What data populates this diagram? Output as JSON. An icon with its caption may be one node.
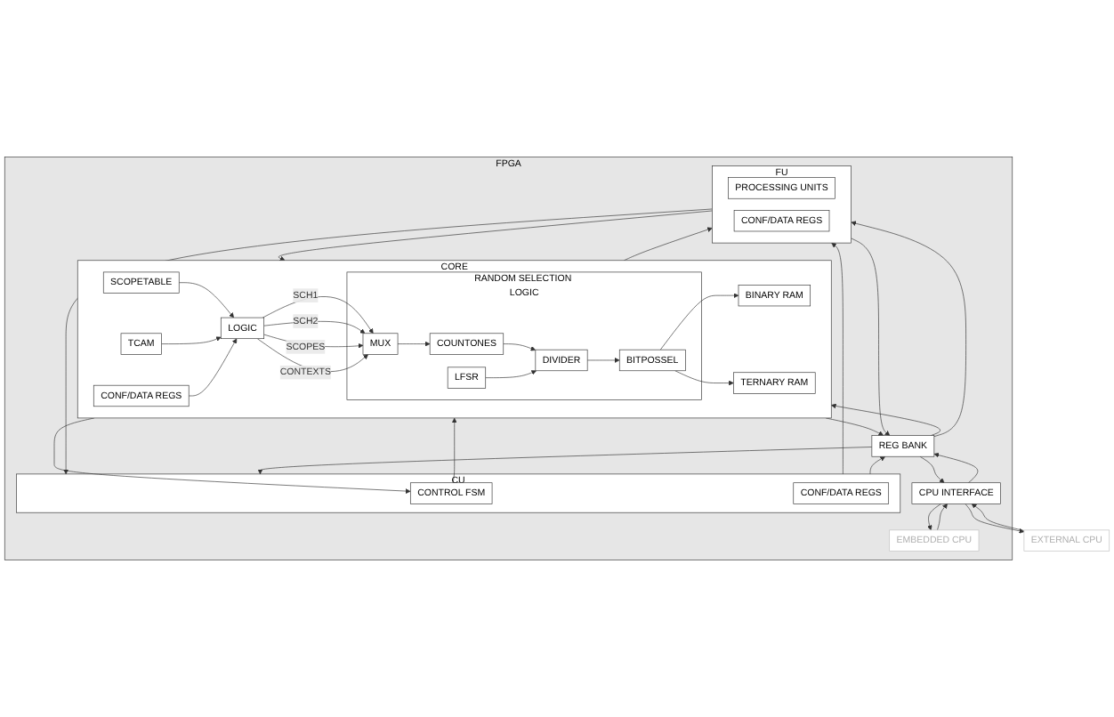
{
  "diagram": {
    "nodes": [
      {
        "text": [
          "FPGA"
        ]
      },
      {
        "text": [
          "CORE"
        ],
        "in": 0
      },
      {
        "text": [
          "SCOPETABLE"
        ],
        "in": 1
      },
      {
        "text": [
          "TCAM"
        ],
        "in": 1
      },
      {
        "text": [
          "CONF/DATA REGS"
        ],
        "in": 1
      },
      {
        "text": [
          "LOGIC"
        ],
        "in": 1
      },
      {
        "text": [
          "MUX"
        ],
        "in": 7
      },
      {
        "text": [
          "RANDOM SELECTION LOGIC"
        ],
        "in": 1
      },
      {
        "text": [
          "COUNTONES"
        ],
        "in": 7
      },
      {
        "text": [
          "DIVIDER"
        ],
        "in": 7
      },
      {
        "text": [
          "BITPOSSEL"
        ],
        "in": 7
      },
      {
        "text": [
          "LFSR"
        ],
        "in": 7
      },
      {
        "text": [
          "BINARY RAM"
        ],
        "in": 1
      },
      {
        "text": [
          "TERNARY RAM"
        ],
        "in": 1
      },
      {
        "text": [
          "CU"
        ],
        "in": 0
      },
      {
        "text": [
          "CONTROL FSM"
        ],
        "in": 14
      },
      {
        "text": [
          "CONF/DATA REGS"
        ],
        "in": 14
      },
      {
        "text": [
          "FU"
        ],
        "in": 0
      },
      {
        "text": [
          "PROCESSING UNITS"
        ],
        "in": 17
      },
      {
        "text": [
          "CONF/DATA REGS"
        ],
        "in": 17
      },
      {
        "text": [
          "EMBEDDED CPU"
        ],
        "in": 0
      },
      {
        "text": [
          "CPU INTERFACE"
        ],
        "in": 0
      },
      {
        "text": [
          "REG BANK"
        ],
        "in": 0
      },
      {
        "text": [
          "EXTERNAL CPU"
        ]
      }
    ],
    "edges": [
      {
        "from": 2,
        "to": 5,
        "arrow": "to"
      },
      {
        "from": 3,
        "to": 5,
        "arrow": "to"
      },
      {
        "from": 4,
        "to": 5,
        "arrow": "to"
      },
      {
        "from": 5,
        "to": 6,
        "label": "SCH1",
        "arrow": "to"
      },
      {
        "from": 5,
        "to": 6,
        "label": "SCH2",
        "arrow": "to"
      },
      {
        "from": 5,
        "to": 6,
        "label": "SCOPES",
        "arrow": "to"
      },
      {
        "from": 5,
        "to": 6,
        "label": "CONTEXTS",
        "arrow": "to"
      },
      {
        "from": 6,
        "to": 8,
        "arrow": "to"
      },
      {
        "from": 8,
        "to": 9,
        "arrow": "to"
      },
      {
        "from": 11,
        "to": 9,
        "arrow": "to"
      },
      {
        "from": 9,
        "to": 10,
        "arrow": "to"
      },
      {
        "from": 10,
        "to": 12,
        "arrow": "to"
      },
      {
        "from": 10,
        "to": 13,
        "arrow": "to"
      },
      {
        "from": 1,
        "to": 22,
        "arrow": "to"
      },
      {
        "from": 22,
        "to": 1,
        "arrow": "to"
      },
      {
        "from": 15,
        "to": 1,
        "arrow": "to"
      },
      {
        "from": 1,
        "to": 15,
        "arrow": "to"
      },
      {
        "from": 1,
        "to": 17,
        "arrow": "to"
      },
      {
        "from": 17,
        "to": 1,
        "arrow": "to"
      },
      {
        "from": 17,
        "to": 14,
        "arrow": "to"
      },
      {
        "from": 14,
        "to": 17,
        "arrow": "to"
      },
      {
        "from": 14,
        "to": 22,
        "arrow": "to"
      },
      {
        "from": 22,
        "to": 14,
        "arrow": "to"
      },
      {
        "from": 17,
        "to": 22,
        "arrow": "to"
      },
      {
        "from": 22,
        "to": 17,
        "arrow": "to"
      },
      {
        "from": 20,
        "to": 21,
        "arrow": "to"
      },
      {
        "from": 21,
        "to": 20,
        "arrow": "to"
      },
      {
        "from": 21,
        "to": 23,
        "arrow": "to"
      },
      {
        "from": 23,
        "to": 21,
        "arrow": "to"
      },
      {
        "from": 22,
        "to": 21,
        "arrow": "to"
      },
      {
        "from": 21,
        "to": 22,
        "arrow": "to"
      }
    ]
  }
}
